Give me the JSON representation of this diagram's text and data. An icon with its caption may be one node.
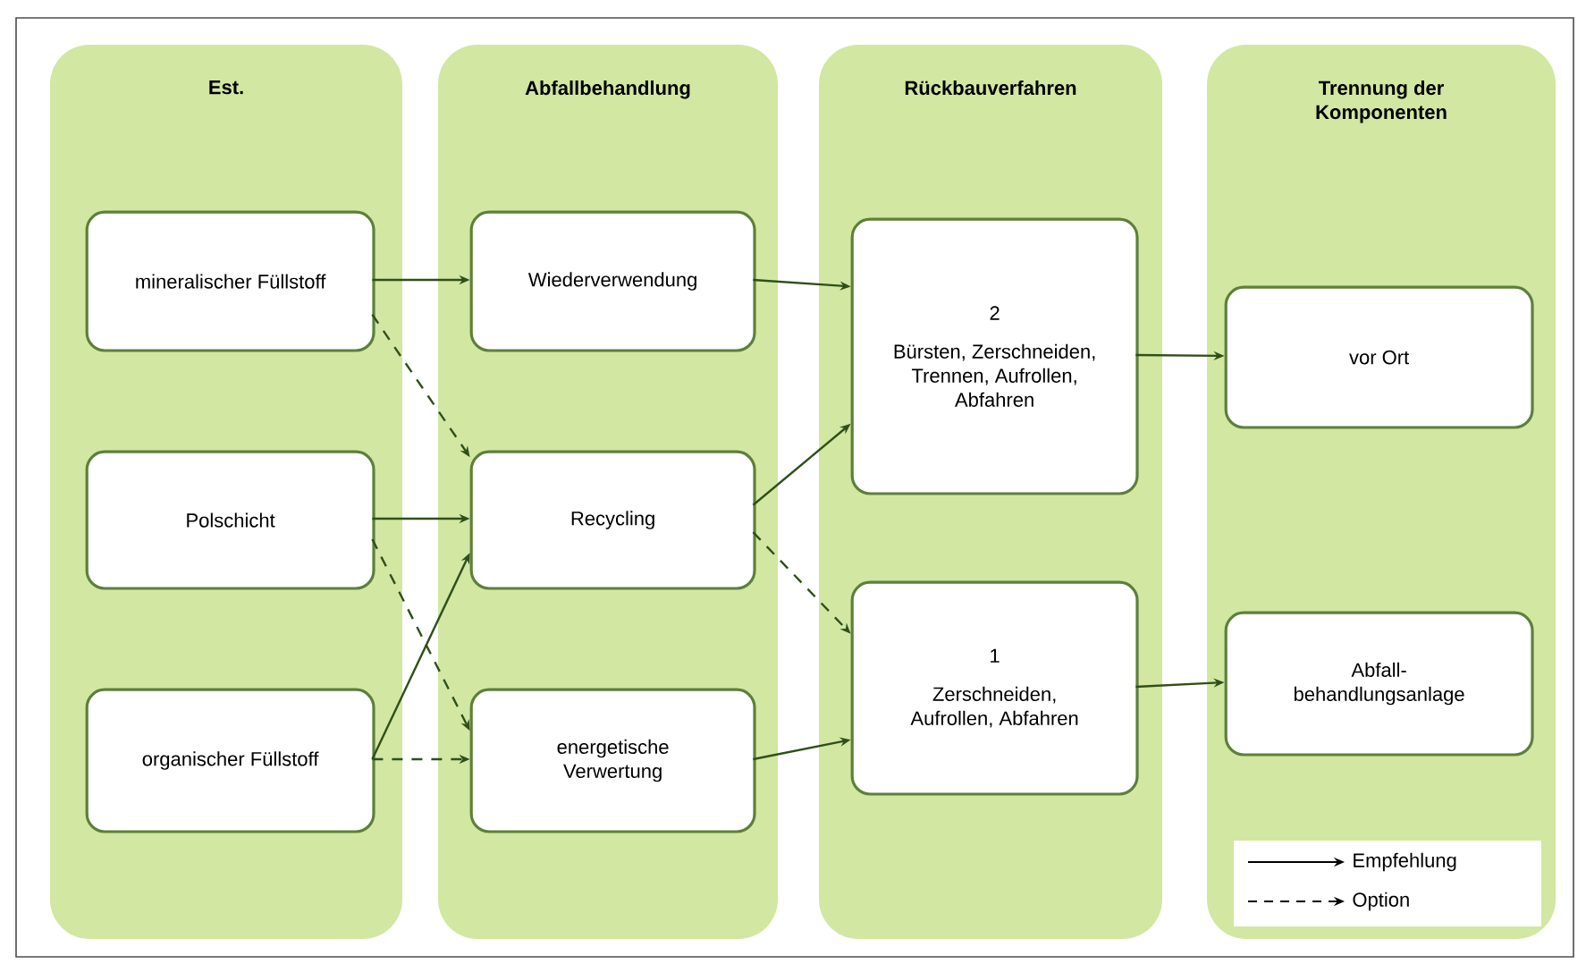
{
  "diagram": {
    "nodes": [
      {
        "text": [
          "Est."
        ]
      },
      {
        "text": [
          "Abfallbehandlung"
        ]
      },
      {
        "text": [
          "Rückbauverfahren"
        ]
      },
      {
        "text": [
          "Trennung der Komponenten"
        ]
      },
      {
        "text": [
          "mineralischer Füllstoff"
        ],
        "in": 0
      },
      {
        "text": [
          "Polschicht"
        ],
        "in": 0
      },
      {
        "text": [
          "organischer Füllstoff"
        ],
        "in": 0
      },
      {
        "text": [
          "Wiederverwendung"
        ],
        "in": 1
      },
      {
        "text": [
          "Recycling"
        ],
        "in": 1
      },
      {
        "text": [
          "energetische Verwertung"
        ],
        "in": 1
      },
      {
        "text": [
          "2",
          "Bürsten, Zerschneiden, Trennen, Aufrollen, Abfahren"
        ],
        "in": 2
      },
      {
        "text": [
          "1",
          "Zerschneiden, Aufrollen, Abfahren"
        ],
        "in": 2
      },
      {
        "text": [
          "vor Ort"
        ],
        "in": 3
      },
      {
        "text": [
          "Abfall- behandlungsanlage"
        ],
        "in": 3
      }
    ],
    "edges": [
      {
        "from": 4,
        "to": 7,
        "arrow": "to"
      },
      {
        "from": 4,
        "to": 8,
        "arrow": "to",
        "style": "dashed"
      },
      {
        "from": 5,
        "to": 8,
        "arrow": "to"
      },
      {
        "from": 5,
        "to": 9,
        "arrow": "to",
        "style": "dashed"
      },
      {
        "from": 6,
        "to": 8,
        "arrow": "to"
      },
      {
        "from": 6,
        "to": 9,
        "arrow": "to",
        "style": "dashed"
      },
      {
        "from": 7,
        "to": 10,
        "arrow": "to"
      },
      {
        "from": 8,
        "to": 10,
        "arrow": "to"
      },
      {
        "from": 8,
        "to": 11,
        "arrow": "to",
        "style": "dashed"
      },
      {
        "from": 9,
        "to": 11,
        "arrow": "to"
      },
      {
        "from": 10,
        "to": 12,
        "arrow": "to"
      },
      {
        "from": 11,
        "to": 13,
        "arrow": "to"
      }
    ],
    "legend": [
      {
        "text": "Empfehlung"
      },
      {
        "text": "Option"
      }
    ]
  }
}
